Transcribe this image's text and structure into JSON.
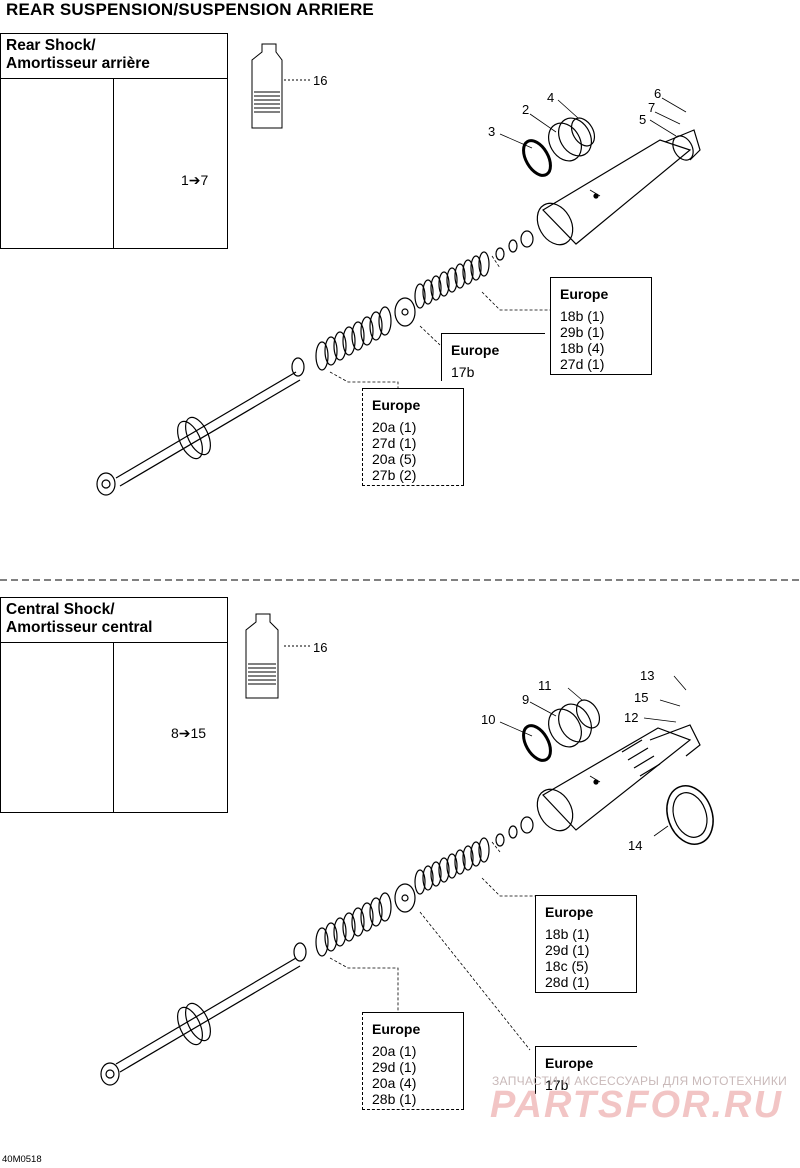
{
  "page_title": "REAR SUSPENSION/SUSPENSION ARRIERE",
  "sections": [
    {
      "panel_title_line1": "Rear Shock/",
      "panel_title_line2": "Amortisseur arrière",
      "range": "1➔7",
      "bottle_callout": "16",
      "callouts": [
        "2",
        "3",
        "4",
        "5",
        "6",
        "7"
      ],
      "upper_box": {
        "heading": "Europe",
        "lines": [
          "18b (1)",
          "29b (1)",
          "18b (4)",
          "27d (1)"
        ]
      },
      "middle_box": {
        "heading": "Europe",
        "lines": [
          "17b"
        ]
      },
      "lower_box": {
        "heading": "Europe",
        "lines": [
          "20a (1)",
          "27d (1)",
          "20a (5)",
          "27b (2)"
        ]
      }
    },
    {
      "panel_title_line1": "Central Shock/",
      "panel_title_line2": "Amortisseur central",
      "range": "8➔15",
      "bottle_callout": "16",
      "callouts": [
        "9",
        "10",
        "11",
        "12",
        "13",
        "14",
        "15"
      ],
      "upper_box": {
        "heading": "Europe",
        "lines": [
          "18b (1)",
          "29d (1)",
          "18c (5)",
          "28d (1)"
        ]
      },
      "middle_box": {
        "heading": "Europe",
        "lines": [
          "17b"
        ]
      },
      "lower_box": {
        "heading": "Europe",
        "lines": [
          "20a (1)",
          "29d (1)",
          "20a (4)",
          "28b (1)"
        ]
      }
    }
  ],
  "watermark_top": "ЗАПЧАСТИ И АКСЕССУАРЫ ДЛЯ МОТОТЕХНИКИ",
  "watermark_brand": "PARTSFOR.RU",
  "diagram_code": "40M0518"
}
